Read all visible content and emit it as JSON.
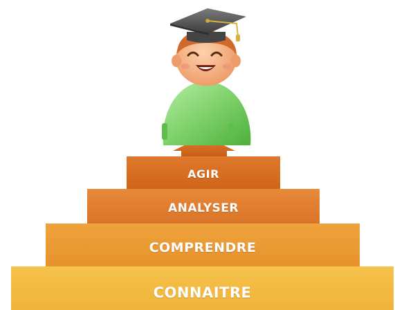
{
  "steps": [
    {
      "label": "AGIR"
    },
    {
      "label": "ANALYSER"
    },
    {
      "label": "COMPRENDRE"
    },
    {
      "label": "CONNAITRE"
    }
  ],
  "colors": {
    "agir": "#d46a1e",
    "analyser": "#e07d30",
    "comprendre": "#eb9a35",
    "connaitre": "#f3bb44",
    "character_shirt": "#7fd16a",
    "character_skin": "#f6b889",
    "character_hair": "#cf6a2c",
    "cap": "#5a5a5a"
  },
  "icons": {
    "character": "graduate-student-icon",
    "arrow": "up-arrow-icon"
  }
}
